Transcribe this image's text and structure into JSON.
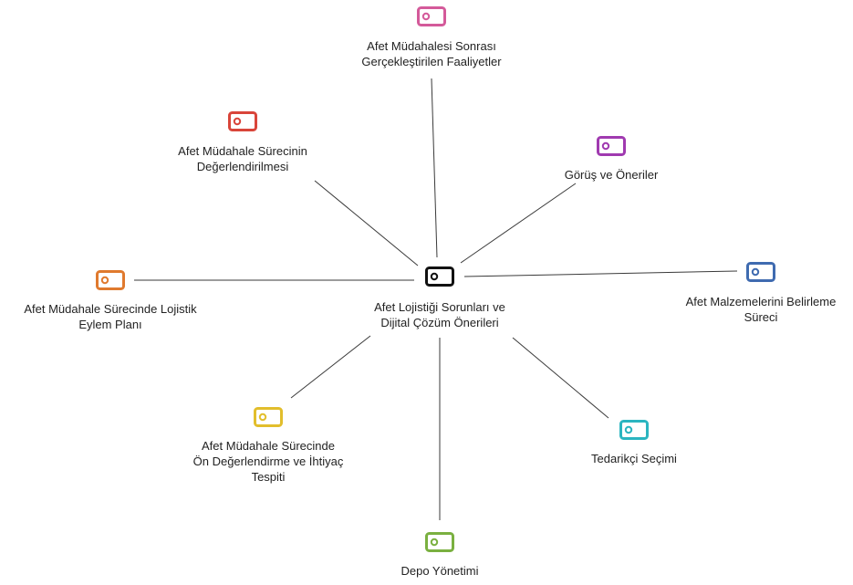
{
  "diagram": {
    "center": {
      "label": "Afet Lojistiği Sorunları ve\nDijital Çözüm Önerileri",
      "color": "#111111",
      "icon": "tag-icon"
    },
    "nodes": [
      {
        "id": "post-response",
        "label": "Afet Müdahalesi Sonrası\nGerçekleştirilen Faaliyetler",
        "color": "#d45a9a",
        "icon": "tag-icon"
      },
      {
        "id": "evaluation",
        "label": "Afet Müdahale Sürecinin\nDeğerlendirilmesi",
        "color": "#d9453a",
        "icon": "tag-icon"
      },
      {
        "id": "opinions",
        "label": "Görüş ve Öneriler",
        "color": "#a03ab0",
        "icon": "tag-icon"
      },
      {
        "id": "logistics-plan",
        "label": "Afet Müdahale Sürecinde Lojistik\nEylem Planı",
        "color": "#e07a2e",
        "icon": "tag-icon"
      },
      {
        "id": "materials",
        "label": "Afet Malzemelerini Belirleme\nSüreci",
        "color": "#3f6bb0",
        "icon": "tag-icon"
      },
      {
        "id": "needs-assessment",
        "label": "Afet Müdahale Sürecinde\nÖn Değerlendirme ve İhtiyaç\nTespiti",
        "color": "#e2be2c",
        "icon": "tag-icon"
      },
      {
        "id": "supplier",
        "label": "Tedarikçi Seçimi",
        "color": "#2bb5c0",
        "icon": "tag-icon"
      },
      {
        "id": "warehouse",
        "label": "Depo Yönetimi",
        "color": "#7ab040",
        "icon": "tag-icon"
      }
    ]
  }
}
